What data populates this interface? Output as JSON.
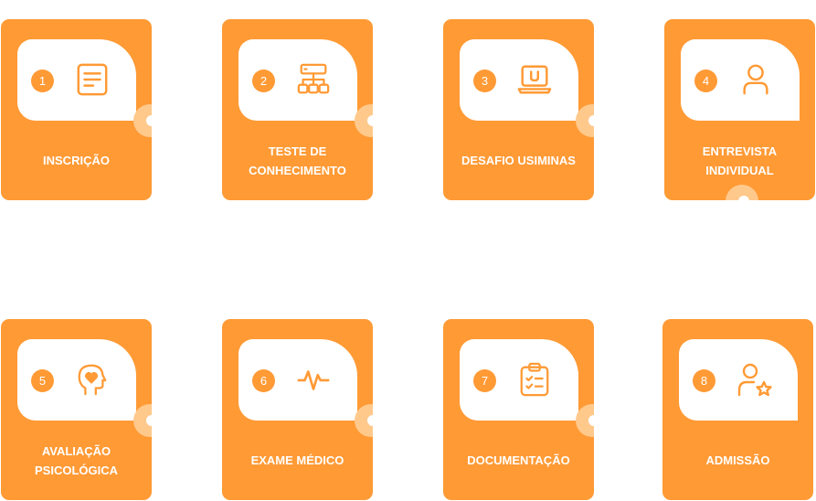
{
  "colors": {
    "accent": "#FF9A35",
    "accent_light": "#FFC98C",
    "surface": "#FFFFFF"
  },
  "steps": [
    {
      "number": "1",
      "label": "INSCRIÇÃO",
      "icon": "document-lines-icon"
    },
    {
      "number": "2",
      "label": "TESTE DE CONHECIMENTO",
      "icon": "hierarchy-icon"
    },
    {
      "number": "3",
      "label": "DESAFIO USIMINAS",
      "icon": "laptop-u-icon"
    },
    {
      "number": "4",
      "label": "ENTREVISTA INDIVIDUAL",
      "icon": "user-icon"
    },
    {
      "number": "5",
      "label": "AVALIAÇÃO PSICOLÓGICA",
      "icon": "head-heart-icon"
    },
    {
      "number": "6",
      "label": "EXAME MÉDICO",
      "icon": "pulse-icon"
    },
    {
      "number": "7",
      "label": "DOCUMENTAÇÃO",
      "icon": "clipboard-check-icon"
    },
    {
      "number": "8",
      "label": "ADMISSÃO",
      "icon": "user-star-icon"
    }
  ]
}
